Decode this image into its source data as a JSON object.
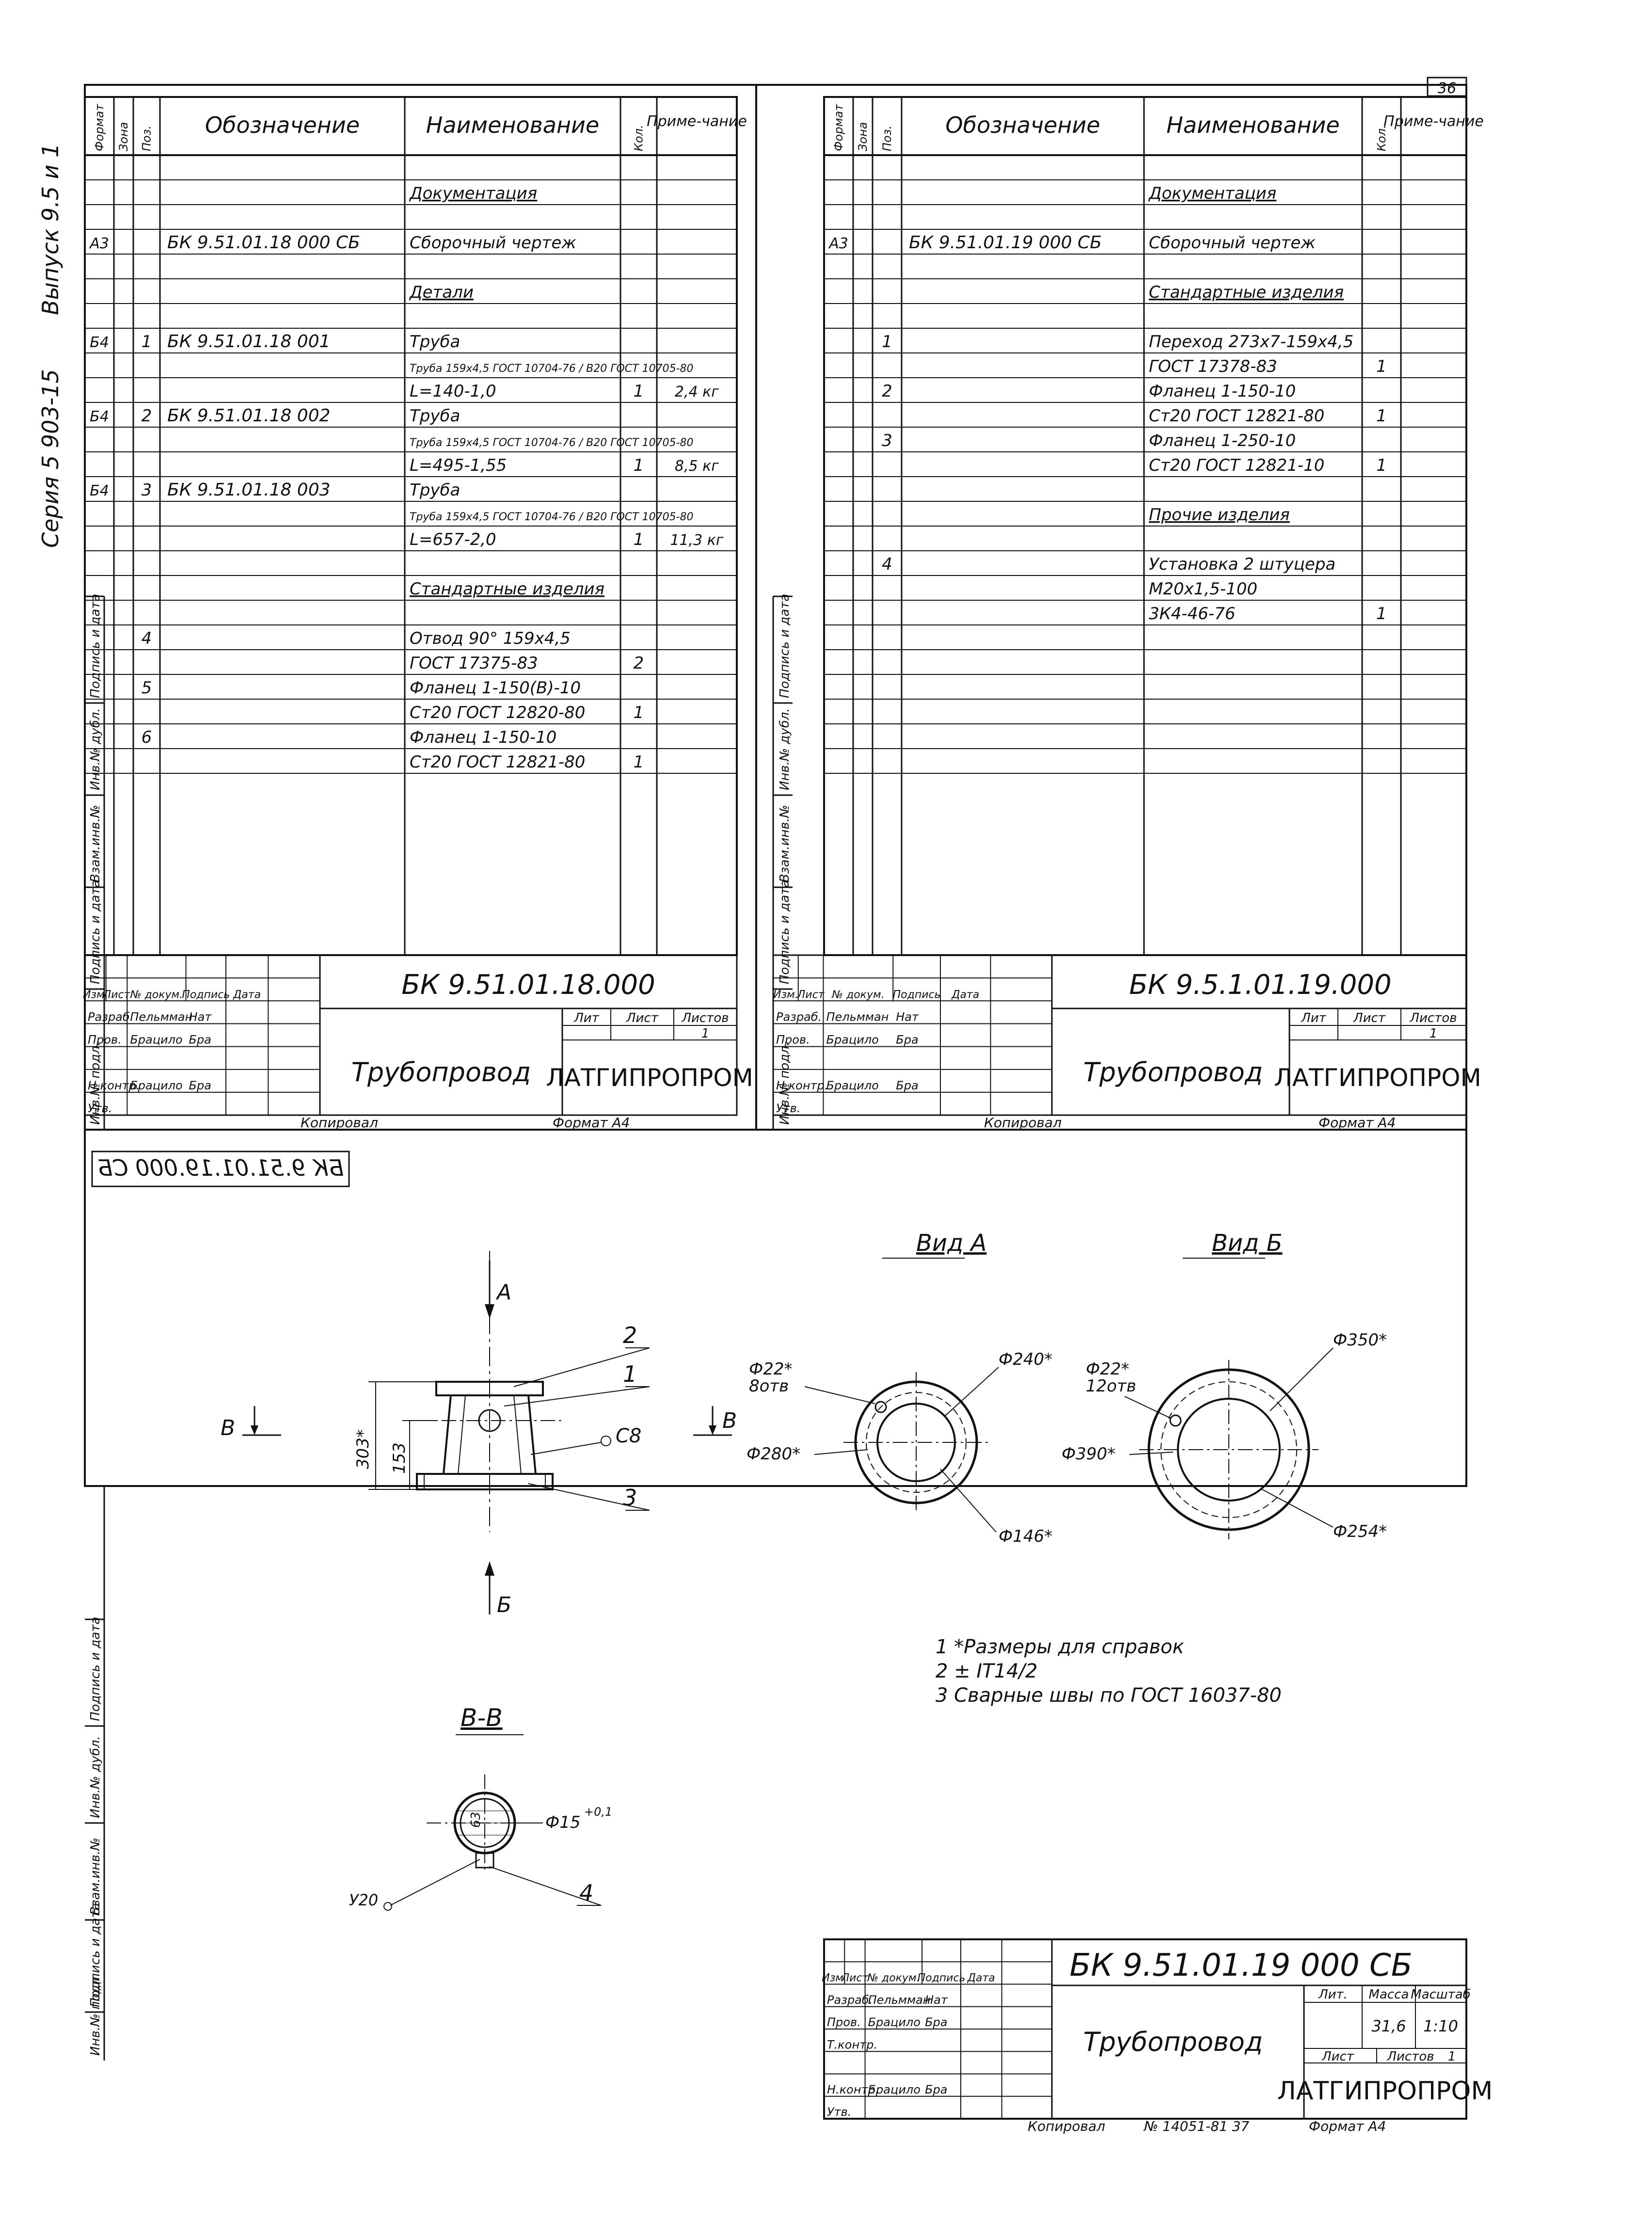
{
  "sheet_number": "36",
  "side_labels": {
    "left_vertical_top": "Выпуск 9.5 и 1",
    "left_vertical_series": "Серия 5 903-15",
    "stamp_columns": [
      "Инв.№ подл.",
      "Подпись и дата",
      "Взам.инв.№",
      "Инв.№ дубл.",
      "Подпись и дата"
    ]
  },
  "spec_headers": {
    "format": "Формат",
    "zone": "Зона",
    "pos": "Поз.",
    "designation": "Обозначение",
    "name": "Наименование",
    "qty": "Кол.",
    "note": "Приме-чание"
  },
  "spec_left": {
    "rows": [
      {
        "format": "",
        "pos": "",
        "designation": "",
        "name": "",
        "qty": "",
        "note": ""
      },
      {
        "format": "",
        "pos": "",
        "designation": "",
        "name": "Документация",
        "qty": "",
        "note": ""
      },
      {
        "format": "",
        "pos": "",
        "designation": "",
        "name": "",
        "qty": "",
        "note": ""
      },
      {
        "format": "А3",
        "pos": "",
        "designation": "БК 9.51.01.18 000 СБ",
        "name": "Сборочный чертеж",
        "qty": "",
        "note": ""
      },
      {
        "format": "",
        "pos": "",
        "designation": "",
        "name": "",
        "qty": "",
        "note": ""
      },
      {
        "format": "",
        "pos": "",
        "designation": "",
        "name": "Детали",
        "qty": "",
        "note": ""
      },
      {
        "format": "",
        "pos": "",
        "designation": "",
        "name": "",
        "qty": "",
        "note": ""
      },
      {
        "format": "Б4",
        "pos": "1",
        "designation": "БК 9.51.01.18 001",
        "name": "Труба",
        "qty": "",
        "note": ""
      },
      {
        "format": "",
        "pos": "",
        "designation": "",
        "name": "Труба 159х4,5 ГОСТ 10704-76 / В20 ГОСТ 10705-80",
        "qty": "",
        "note": ""
      },
      {
        "format": "",
        "pos": "",
        "designation": "",
        "name": "L=140-1,0",
        "qty": "1",
        "note": "2,4 кг"
      },
      {
        "format": "Б4",
        "pos": "2",
        "designation": "БК 9.51.01.18 002",
        "name": "Труба",
        "qty": "",
        "note": ""
      },
      {
        "format": "",
        "pos": "",
        "designation": "",
        "name": "Труба 159х4,5 ГОСТ 10704-76 / В20 ГОСТ 10705-80",
        "qty": "",
        "note": ""
      },
      {
        "format": "",
        "pos": "",
        "designation": "",
        "name": "L=495-1,55",
        "qty": "1",
        "note": "8,5 кг"
      },
      {
        "format": "Б4",
        "pos": "3",
        "designation": "БК 9.51.01.18 003",
        "name": "Труба",
        "qty": "",
        "note": ""
      },
      {
        "format": "",
        "pos": "",
        "designation": "",
        "name": "Труба 159х4,5 ГОСТ 10704-76 / В20 ГОСТ 10705-80",
        "qty": "",
        "note": ""
      },
      {
        "format": "",
        "pos": "",
        "designation": "",
        "name": "L=657-2,0",
        "qty": "1",
        "note": "11,3 кг"
      },
      {
        "format": "",
        "pos": "",
        "designation": "",
        "name": "",
        "qty": "",
        "note": ""
      },
      {
        "format": "",
        "pos": "",
        "designation": "",
        "name": "Стандартные изделия",
        "qty": "",
        "note": ""
      },
      {
        "format": "",
        "pos": "",
        "designation": "",
        "name": "",
        "qty": "",
        "note": ""
      },
      {
        "format": "",
        "pos": "4",
        "designation": "",
        "name": "Отвод 90° 159х4,5",
        "qty": "",
        "note": ""
      },
      {
        "format": "",
        "pos": "",
        "designation": "",
        "name": "ГОСТ 17375-83",
        "qty": "2",
        "note": ""
      },
      {
        "format": "",
        "pos": "5",
        "designation": "",
        "name": "Фланец 1-150(В)-10",
        "qty": "",
        "note": ""
      },
      {
        "format": "",
        "pos": "",
        "designation": "",
        "name": "Ст20 ГОСТ 12820-80",
        "qty": "1",
        "note": ""
      },
      {
        "format": "",
        "pos": "6",
        "designation": "",
        "name": "Фланец 1-150-10",
        "qty": "",
        "note": ""
      },
      {
        "format": "",
        "pos": "",
        "designation": "",
        "name": "Ст20 ГОСТ 12821-80",
        "qty": "1",
        "note": ""
      }
    ],
    "title_block": {
      "code": "БК 9.51.01.18.000",
      "title": "Трубопровод",
      "org": "ЛАТГИПРОПРОМ",
      "lit": "Лит",
      "list": "Лист",
      "lists": "Листов",
      "lists_value": "1",
      "row_heads": [
        "Изм.",
        "Лист",
        "№ докум.",
        "Подпись",
        "Дата"
      ],
      "people": [
        {
          "role": "Разраб.",
          "name": "Пельмман",
          "sig": "Нат"
        },
        {
          "role": "Пров.",
          "name": "Брацило",
          "sig": "Бра"
        },
        {
          "role": "",
          "name": "",
          "sig": ""
        },
        {
          "role": "Н.контр.",
          "name": "Брацило",
          "sig": "Бра"
        },
        {
          "role": "Утв.",
          "name": "",
          "sig": ""
        }
      ],
      "copied": "Копировал",
      "format": "Формат А4"
    }
  },
  "spec_right": {
    "rows": [
      {
        "format": "",
        "pos": "",
        "designation": "",
        "name": "",
        "qty": "",
        "note": ""
      },
      {
        "format": "",
        "pos": "",
        "designation": "",
        "name": "Документация",
        "qty": "",
        "note": ""
      },
      {
        "format": "",
        "pos": "",
        "designation": "",
        "name": "",
        "qty": "",
        "note": ""
      },
      {
        "format": "А3",
        "pos": "",
        "designation": "БК 9.51.01.19 000 СБ",
        "name": "Сборочный чертеж",
        "qty": "",
        "note": ""
      },
      {
        "format": "",
        "pos": "",
        "designation": "",
        "name": "",
        "qty": "",
        "note": ""
      },
      {
        "format": "",
        "pos": "",
        "designation": "",
        "name": "Стандартные изделия",
        "qty": "",
        "note": ""
      },
      {
        "format": "",
        "pos": "",
        "designation": "",
        "name": "",
        "qty": "",
        "note": ""
      },
      {
        "format": "",
        "pos": "1",
        "designation": "",
        "name": "Переход 273х7-159х4,5",
        "qty": "",
        "note": ""
      },
      {
        "format": "",
        "pos": "",
        "designation": "",
        "name": "ГОСТ 17378-83",
        "qty": "1",
        "note": ""
      },
      {
        "format": "",
        "pos": "2",
        "designation": "",
        "name": "Фланец 1-150-10",
        "qty": "",
        "note": ""
      },
      {
        "format": "",
        "pos": "",
        "designation": "",
        "name": "Ст20 ГОСТ 12821-80",
        "qty": "1",
        "note": ""
      },
      {
        "format": "",
        "pos": "3",
        "designation": "",
        "name": "Фланец 1-250-10",
        "qty": "",
        "note": ""
      },
      {
        "format": "",
        "pos": "",
        "designation": "",
        "name": "Ст20 ГОСТ 12821-10",
        "qty": "1",
        "note": ""
      },
      {
        "format": "",
        "pos": "",
        "designation": "",
        "name": "",
        "qty": "",
        "note": ""
      },
      {
        "format": "",
        "pos": "",
        "designation": "",
        "name": "Прочие изделия",
        "qty": "",
        "note": ""
      },
      {
        "format": "",
        "pos": "",
        "designation": "",
        "name": "",
        "qty": "",
        "note": ""
      },
      {
        "format": "",
        "pos": "4",
        "designation": "",
        "name": "Установка 2 штуцера",
        "qty": "",
        "note": ""
      },
      {
        "format": "",
        "pos": "",
        "designation": "",
        "name": "М20х1,5-100",
        "qty": "",
        "note": ""
      },
      {
        "format": "",
        "pos": "",
        "designation": "",
        "name": "3К4-46-76",
        "qty": "1",
        "note": ""
      },
      {
        "format": "",
        "pos": "",
        "designation": "",
        "name": "",
        "qty": "",
        "note": ""
      },
      {
        "format": "",
        "pos": "",
        "designation": "",
        "name": "",
        "qty": "",
        "note": ""
      },
      {
        "format": "",
        "pos": "",
        "designation": "",
        "name": "",
        "qty": "",
        "note": ""
      },
      {
        "format": "",
        "pos": "",
        "designation": "",
        "name": "",
        "qty": "",
        "note": ""
      },
      {
        "format": "",
        "pos": "",
        "designation": "",
        "name": "",
        "qty": "",
        "note": ""
      },
      {
        "format": "",
        "pos": "",
        "designation": "",
        "name": "",
        "qty": "",
        "note": ""
      }
    ],
    "title_block": {
      "code": "БК 9.5.1.01.19.000",
      "title": "Трубопровод",
      "org": "ЛАТГИПРОПРОМ",
      "lit": "Лит",
      "list": "Лист",
      "lists": "Листов",
      "lists_value": "1",
      "row_heads": [
        "Изм.",
        "Лист",
        "№ докум.",
        "Подпись",
        "Дата"
      ],
      "people": [
        {
          "role": "Разраб.",
          "name": "Пельмман",
          "sig": "Нат"
        },
        {
          "role": "Пров.",
          "name": "Брацило",
          "sig": "Бра"
        },
        {
          "role": "",
          "name": "",
          "sig": ""
        },
        {
          "role": "Н.контр.",
          "name": "Брацило",
          "sig": "Бра"
        },
        {
          "role": "Утв.",
          "name": "",
          "sig": ""
        }
      ],
      "copied": "Копировал",
      "format": "Формат А4"
    }
  },
  "drawing": {
    "mirrored_code": "БК 9.51.01.19.000 СБ",
    "view_a": "Вид А",
    "view_b": "Вид Б",
    "section": "В-В",
    "arrow_a": "А",
    "arrow_b": "Б",
    "arrow_v_left": "В",
    "arrow_v_right": "В",
    "callouts": [
      "1",
      "2",
      "3",
      "4"
    ],
    "weld": "С8",
    "dim_303": "303*",
    "dim_153": "153",
    "dim_va_hole": "Ф22*",
    "dim_va_holes": "8отв",
    "dim_va_240": "Ф240*",
    "dim_va_280": "Ф280*",
    "dim_va_146": "Ф146*",
    "dim_vb_hole": "Ф22*",
    "dim_vb_holes": "12отв",
    "dim_vb_350": "Ф350*",
    "dim_vb_390": "Ф390*",
    "dim_vb_254": "Ф254*",
    "dim_vv_15": "Ф15",
    "dim_vv_tol": "+0,1",
    "dim_vv_63": "63",
    "weld_u20": "У20",
    "notes": [
      "1 *Размеры для справок",
      "2 ± IT14/2",
      "3 Сварные швы по ГОСТ 16037-80"
    ],
    "title_block": {
      "code": "БК 9.51.01.19 000 СБ",
      "title": "Трубопровод",
      "org": "ЛАТГИПРОПРОМ",
      "lit": "Лит.",
      "mass": "Масса",
      "scale": "Масштаб",
      "mass_value": "31,6",
      "scale_value": "1:10",
      "list": "Лист",
      "lists": "Листов",
      "lists_value": "1",
      "row_heads": [
        "Изм.",
        "Лист",
        "№ докум.",
        "Подпись",
        "Дата"
      ],
      "people": [
        {
          "role": "Разраб.",
          "name": "Пельмман",
          "sig": "Нат"
        },
        {
          "role": "Пров.",
          "name": "Брацило",
          "sig": "Бра"
        },
        {
          "role": "Т.контр.",
          "name": "",
          "sig": ""
        },
        {
          "role": "",
          "name": "",
          "sig": ""
        },
        {
          "role": "Н.контр.",
          "name": "Брацило",
          "sig": "Бра"
        },
        {
          "role": "Утв.",
          "name": "",
          "sig": ""
        }
      ],
      "copied": "Копировал",
      "bottom_code": "№ 14051-81 37",
      "format": "Формат А4"
    }
  }
}
